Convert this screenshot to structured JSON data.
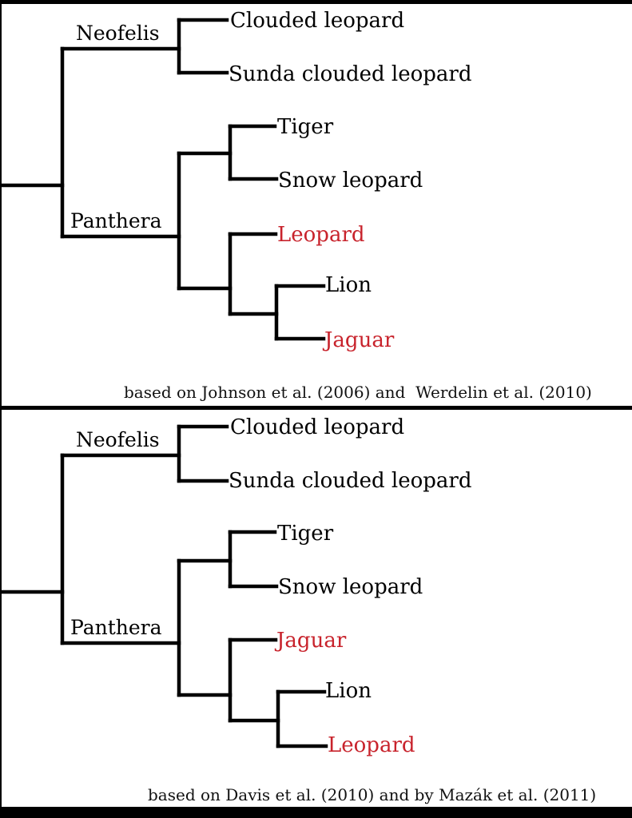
{
  "highlight_color": "#c8232c",
  "panels": [
    {
      "caption": "based on Johnson et al. (2006) and  Werdelin et al. (2010)",
      "clades": {
        "neofelis": "Neofelis",
        "panthera": "Panthera"
      },
      "leaves": [
        {
          "name": "Clouded leopard",
          "highlight": false
        },
        {
          "name": "Sunda clouded leopard",
          "highlight": false
        },
        {
          "name": "Tiger",
          "highlight": false
        },
        {
          "name": "Snow leopard",
          "highlight": false
        },
        {
          "name": "Leopard",
          "highlight": true
        },
        {
          "name": "Lion",
          "highlight": false
        },
        {
          "name": "Jaguar",
          "highlight": true
        }
      ]
    },
    {
      "caption": "based on Davis et al. (2010) and by Mazák et al. (2011)",
      "clades": {
        "neofelis": "Neofelis",
        "panthera": "Panthera"
      },
      "leaves": [
        {
          "name": "Clouded leopard",
          "highlight": false
        },
        {
          "name": "Sunda clouded leopard",
          "highlight": false
        },
        {
          "name": "Tiger",
          "highlight": false
        },
        {
          "name": "Snow leopard",
          "highlight": false
        },
        {
          "name": "Jaguar",
          "highlight": true
        },
        {
          "name": "Lion",
          "highlight": false
        },
        {
          "name": "Leopard",
          "highlight": true
        }
      ]
    }
  ]
}
